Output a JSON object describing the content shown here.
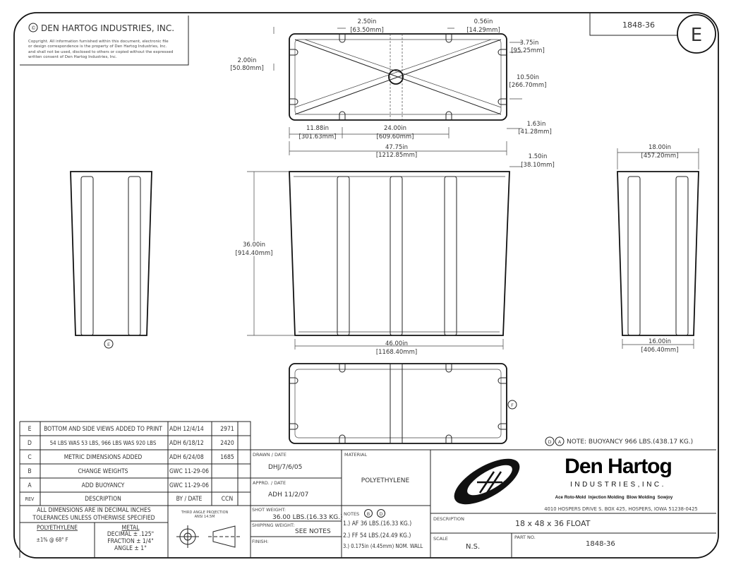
{
  "copyright": {
    "company": "DEN HARTOG INDUSTRIES, INC.",
    "symbol": "©",
    "lines": [
      "Copyright. All information furnished within this document, electronic file",
      "or design correspondence is the property of Den Hartog Industries, Inc.",
      "and shall not be used, disclosed to others or copied without the expressed",
      "written consent of Den Hartog Industries, Inc."
    ]
  },
  "header": {
    "part_number": "1848-36",
    "revision": "E"
  },
  "dimensions": {
    "d1": [
      "2.50in",
      "[63.50mm]"
    ],
    "d2": [
      "0.56in",
      "[14.29mm]"
    ],
    "d3": [
      "3.75in",
      "[95.25mm]"
    ],
    "d4": [
      "2.00in",
      "[50.80mm]"
    ],
    "d5": [
      "10.50in",
      "[266.70mm]"
    ],
    "d6": [
      "1.63in",
      "[41.28mm]"
    ],
    "d7": [
      "11.88in",
      "[301.63mm]"
    ],
    "d8": [
      "24.00in",
      "[609.60mm]"
    ],
    "d9": [
      "47.75in",
      "[1212.85mm]"
    ],
    "d10": [
      "1.50in",
      "[38.10mm]"
    ],
    "d11": [
      "18.00in",
      "[457.20mm]"
    ],
    "d12": [
      "36.00in",
      "[914.40mm]"
    ],
    "d13": [
      "46.00in",
      "[1168.40mm]"
    ],
    "d14": [
      "16.00in",
      "[406.40mm]"
    ]
  },
  "callouts": {
    "side": "E",
    "bottom": "F"
  },
  "note": {
    "tags": [
      "D",
      "A"
    ],
    "text": "NOTE: BUOYANCY 966 LBS.(438.17 KG.)"
  },
  "revisions": [
    {
      "rev": "E",
      "description": "BOTTOM AND SIDE VIEWS ADDED TO PRINT",
      "by_date": "ADH 12/4/14",
      "ccn": "2971"
    },
    {
      "rev": "D",
      "description": "54 LBS WAS 53 LBS, 966 LBS WAS 920 LBS",
      "by_date": "ADH 6/18/12",
      "ccn": "2420"
    },
    {
      "rev": "C",
      "description": "METRIC DIMENSIONS ADDED",
      "by_date": "ADH 6/24/08",
      "ccn": "1685"
    },
    {
      "rev": "B",
      "description": "CHANGE WEIGHTS",
      "by_date": "GWC 11-29-06",
      "ccn": ""
    },
    {
      "rev": "A",
      "description": "ADD BUOYANCY",
      "by_date": "GWC 11-29-06",
      "ccn": ""
    }
  ],
  "revision_headers": {
    "rev": "REV",
    "description": "DESCRIPTION",
    "by_date": "BY / DATE",
    "ccn": "CCN"
  },
  "tolerances": {
    "line1": "ALL DIMENSIONS ARE IN DECIMAL INCHES",
    "line2": "TOLERANCES UNLESS OTHERWISE SPECIFIED",
    "poly_label": "POLYETHYLENE",
    "poly_value": "±1% @ 68° F",
    "metal_label": "METAL",
    "metal_decimal": "DECIMAL ± .125\"",
    "metal_fraction": "FRACTION ± 1/4\"",
    "metal_angle": "ANGLE ± 1°"
  },
  "projection": {
    "line1": "THIRD ANGLE PROJECTION",
    "line2": "ANSI 14.5M"
  },
  "title_block": {
    "drawn_label": "DRAWN / DATE",
    "drawn_value": "DHJ/7/6/05",
    "approved_label": "APPRD. / DATE",
    "approved_value": "ADH 11/2/07",
    "shot_weight_label": "SHOT WEIGHT:",
    "shot_weight_value": "36.00 LBS.(16.33 KG.)",
    "shipping_weight_label": "SHIPPING WEIGHT:",
    "shipping_weight_value": "SEE NOTES",
    "finish_label": "FINISH:",
    "material_label": "MATERIAL",
    "material_value": "POLYETHYLENE",
    "notes_label": "NOTES",
    "notes_tags": [
      "B",
      "D"
    ],
    "notes": [
      "1.) AF 36 LBS.(16.33 KG.)",
      "2.) FF 54 LBS.(24.49 KG.)",
      "3.) 0.175in (4.45mm) NOM. WALL"
    ],
    "company_name": "Den Hartog",
    "company_sub": "INDUSTRIES,INC.",
    "services": "Ace Roto-Mold  Injection Molding  Blow Molding  Sowjoy",
    "address": "4010 HOSPERS DRIVE S.  BOX 425, HOSPERS, IOWA 51238-0425",
    "description_label": "DESCRIPTION",
    "description_value": "18 x 48 x 36 FLOAT",
    "scale_label": "SCALE",
    "scale_value": "N.S.",
    "part_label": "PART NO.",
    "part_value": "1848-36"
  }
}
